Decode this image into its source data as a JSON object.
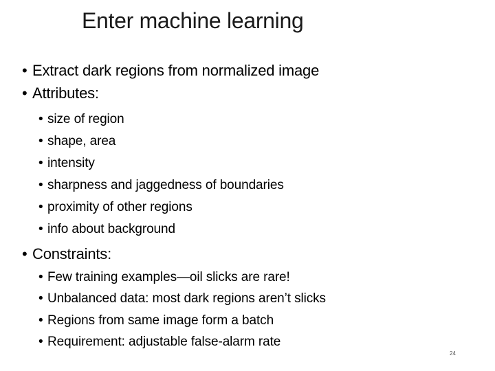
{
  "slide": {
    "title": "Enter machine learning",
    "bullet_symbol": "•",
    "items": [
      {
        "text": "Extract dark regions from normalized image",
        "level": 1
      },
      {
        "text": "Attributes:",
        "level": 1
      },
      {
        "text": "size of region",
        "level": 2
      },
      {
        "text": "shape, area",
        "level": 2
      },
      {
        "text": "intensity",
        "level": 2
      },
      {
        "text": "sharpness and jaggedness of boundaries",
        "level": 2
      },
      {
        "text": "proximity of other regions",
        "level": 2
      },
      {
        "text": "info about background",
        "level": 2
      },
      {
        "text": "Constraints:",
        "level": 1
      },
      {
        "text": "Few training examples—oil slicks are rare!",
        "level": 2
      },
      {
        "text": "Unbalanced data: most dark regions aren’t slicks",
        "level": 2
      },
      {
        "text": "Regions from same image form a batch",
        "level": 2
      },
      {
        "text": "Requirement: adjustable false-alarm rate",
        "level": 2
      }
    ],
    "page_number": "24"
  }
}
